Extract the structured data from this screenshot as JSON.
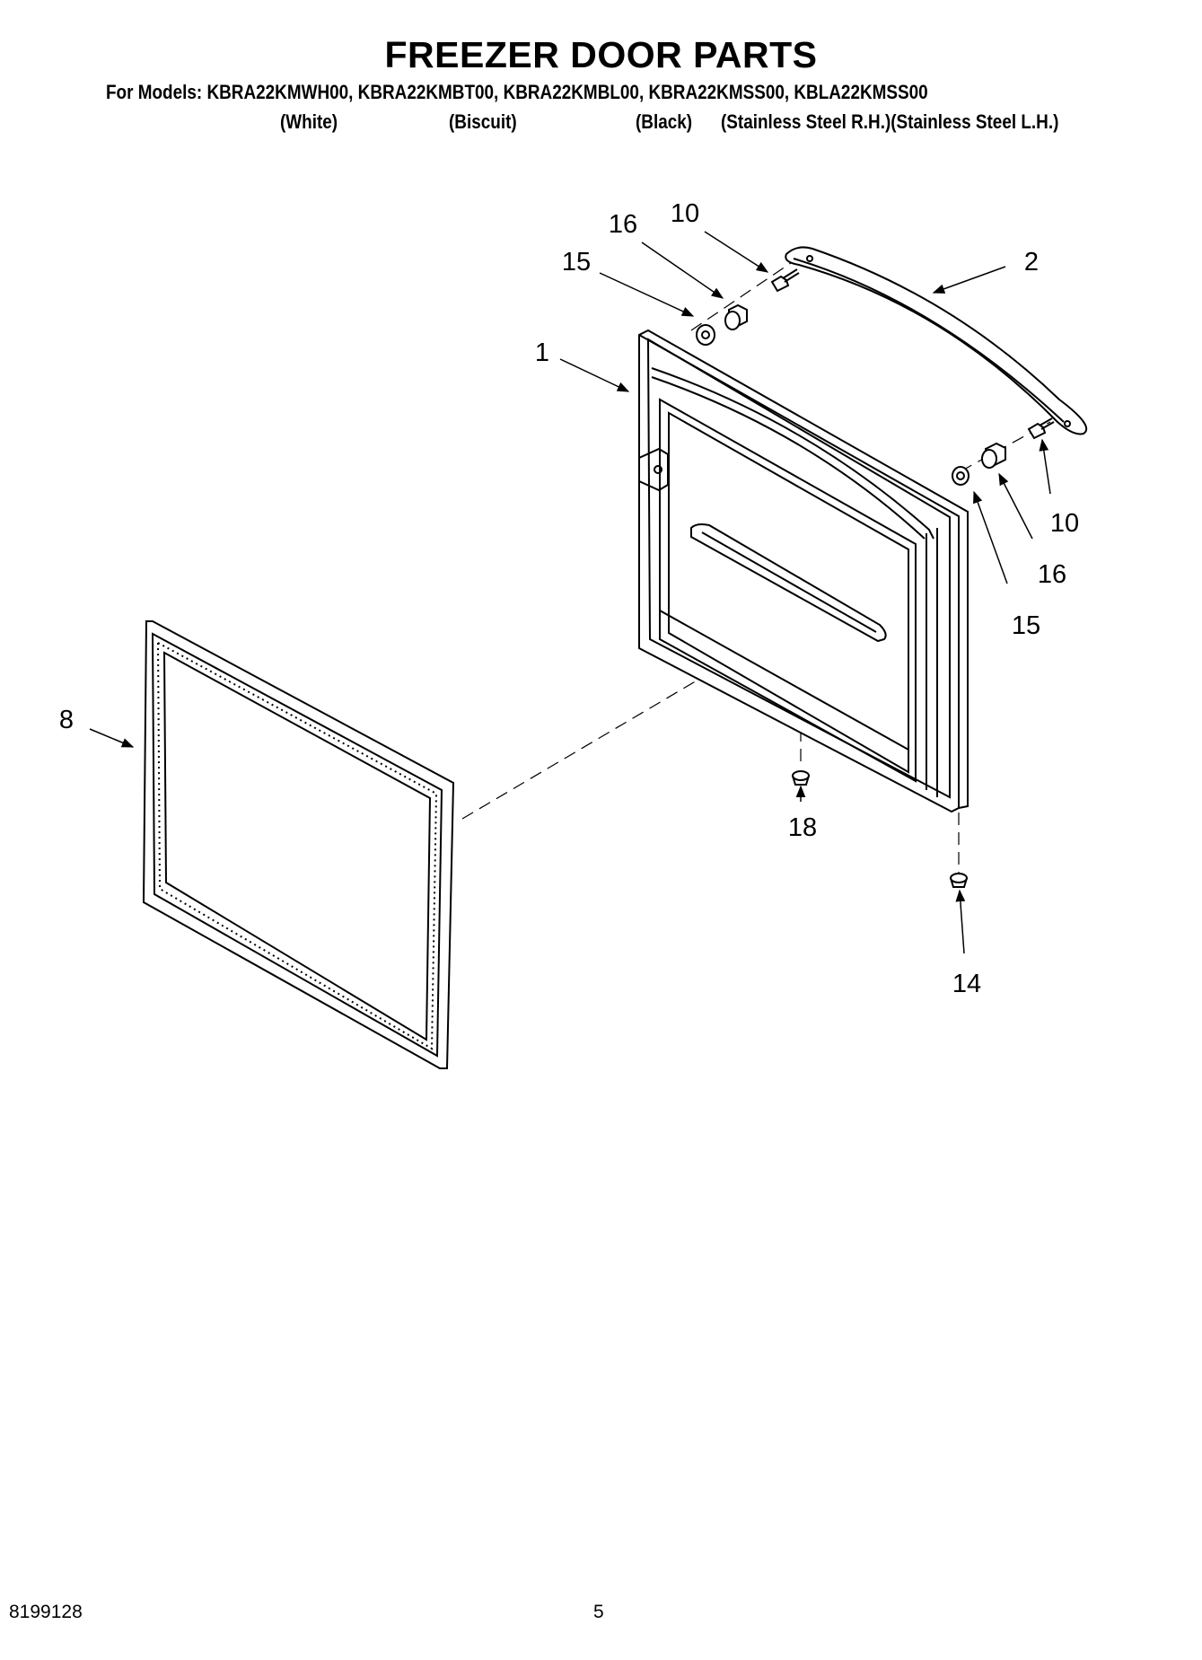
{
  "title": "FREEZER DOOR PARTS",
  "models_line": "For Models: KBRA22KMWH00, KBRA22KMBT00, KBRA22KMBL00, KBRA22KMSS00, KBLA22KMSS00",
  "colors": [
    "(White)",
    "(Biscuit)",
    "(Black)",
    "(Stainless Steel R.H.)(Stainless Steel L.H.)"
  ],
  "callouts": {
    "c16_top": "16",
    "c10_top": "10",
    "c15_top": "15",
    "c2": "2",
    "c1": "1",
    "c10_right": "10",
    "c16_right": "16",
    "c15_right": "15",
    "c8": "8",
    "c18": "18",
    "c14": "14"
  },
  "footer": {
    "doc_number": "8199128",
    "page_number": "5"
  }
}
